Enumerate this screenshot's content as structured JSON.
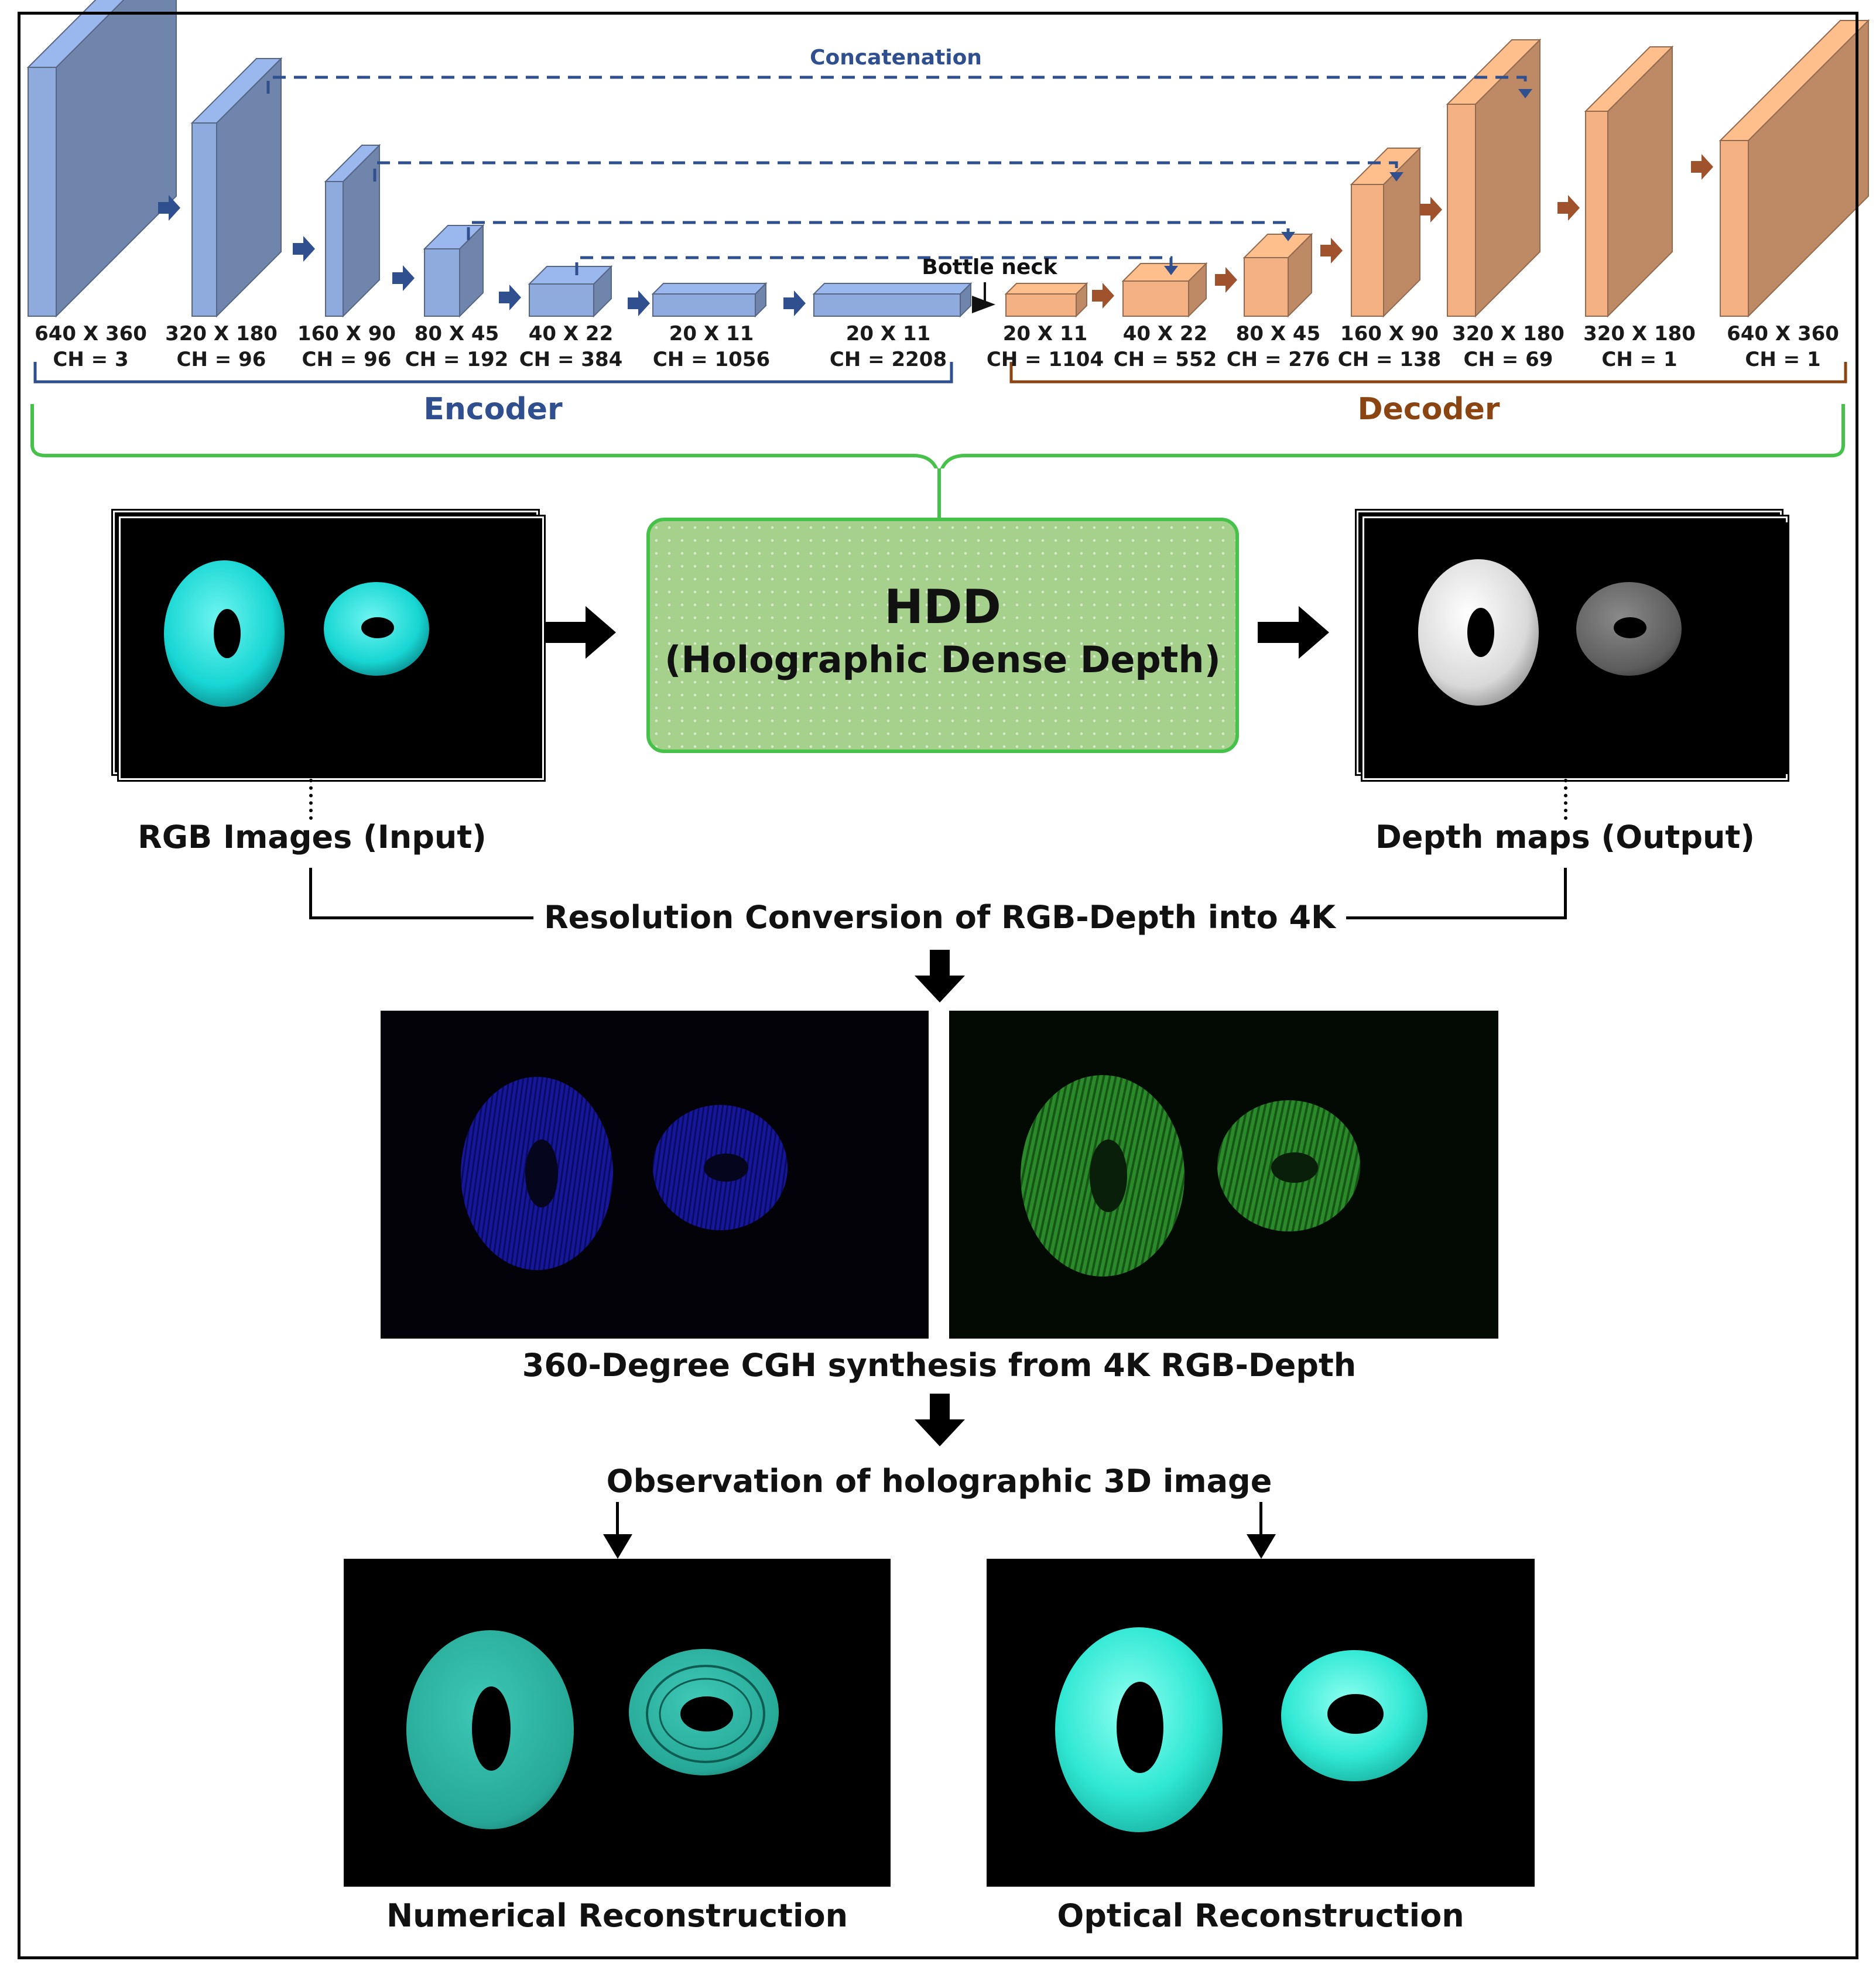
{
  "diagram": {
    "concatenation_label": "Concatenation",
    "bottleneck_label": "Bottle neck",
    "encoder": {
      "title": "Encoder",
      "blocks": [
        {
          "size": "640 X 360",
          "channels": "CH = 3"
        },
        {
          "size": "320 X 180",
          "channels": "CH = 96"
        },
        {
          "size": "160 X 90",
          "channels": "CH = 96"
        },
        {
          "size": "80 X 45",
          "channels": "CH = 192"
        },
        {
          "size": "40 X 22",
          "channels": "CH = 384"
        },
        {
          "size": "20 X 11",
          "channels": "CH = 1056"
        },
        {
          "size": "20 X 11",
          "channels": "CH = 2208"
        }
      ]
    },
    "decoder": {
      "title": "Decoder",
      "blocks": [
        {
          "size": "20 X 11",
          "channels": "CH = 1104"
        },
        {
          "size": "40 X 22",
          "channels": "CH = 552"
        },
        {
          "size": "80 X 45",
          "channels": "CH = 276"
        },
        {
          "size": "160 X 90",
          "channels": "CH = 138"
        },
        {
          "size": "320 X 180",
          "channels": "CH = 69"
        },
        {
          "size": "320 X 180",
          "channels": "CH = 1"
        },
        {
          "size": "640 X 360",
          "channels": "CH = 1"
        }
      ]
    },
    "hdd_title": "HDD",
    "hdd_subtitle": "(Holographic Dense Depth)",
    "input_caption": "RGB Images (Input)",
    "output_caption": "Depth maps (Output)",
    "conversion_label": "Resolution Conversion of RGB-Depth into 4K",
    "cgh_caption": "360-Degree CGH synthesis from 4K RGB-Depth",
    "observation_label": "Observation of holographic 3D image",
    "numerical_caption": "Numerical Reconstruction",
    "optical_caption": "Optical Reconstruction",
    "colors": {
      "encoder_blue": "#8faadc",
      "decoder_orange": "#f4b183",
      "encoder_text": "#2f4f8f",
      "decoder_text": "#8b4513",
      "hdd_green": "#a6d18c",
      "bracket_green": "#46c24a"
    }
  }
}
